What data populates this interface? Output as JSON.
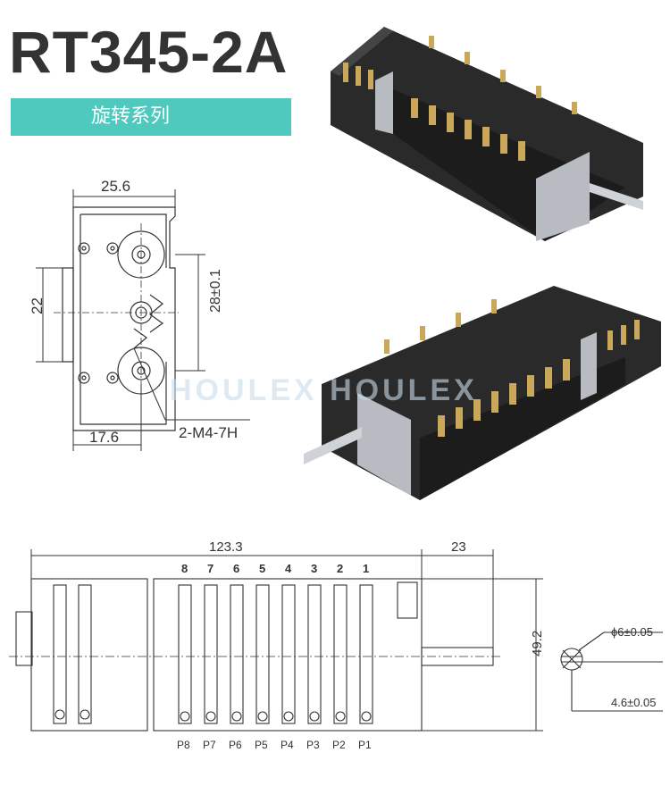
{
  "header": {
    "title": "RT345-2A",
    "subtitle": "旋转系列"
  },
  "watermark": "HOULEX HOULEX",
  "front_view": {
    "width_label": "25.6",
    "height_label": "22",
    "hole_spacing_label": "28±0.1",
    "offset_label": "17.6",
    "thread_label": "2-M4-7H"
  },
  "side_view": {
    "length_label": "123.3",
    "shaft_length_label": "23",
    "height_label": "49.2",
    "contact_numbers": [
      "8",
      "7",
      "6",
      "5",
      "4",
      "3",
      "2",
      "1"
    ],
    "terminal_labels": [
      "P8",
      "P7",
      "P6",
      "P5",
      "P4",
      "P3",
      "P2",
      "P1"
    ]
  },
  "shaft_detail": {
    "diameter_label": "ϕ6±0.05",
    "flat_label": "4.6±0.05"
  },
  "colors": {
    "banner": "#4fc8be",
    "title": "#333333",
    "line": "#333333"
  }
}
